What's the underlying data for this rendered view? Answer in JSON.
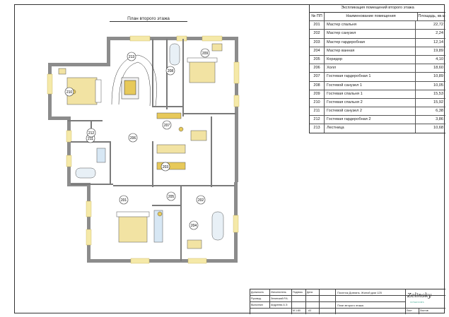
{
  "plan": {
    "title": "План второго этажа",
    "rooms": [
      {
        "num": "201"
      },
      {
        "num": "202"
      },
      {
        "num": "203"
      },
      {
        "num": "204"
      },
      {
        "num": "205"
      },
      {
        "num": "206"
      },
      {
        "num": "207"
      },
      {
        "num": "208"
      },
      {
        "num": "209"
      },
      {
        "num": "210"
      },
      {
        "num": "211"
      },
      {
        "num": "212"
      },
      {
        "num": "213"
      }
    ]
  },
  "explication": {
    "title": "Экспликация помещений второго этажа",
    "headers": {
      "num": "№ ПП",
      "name": "Наименование помещения",
      "area": "Площадь, кв.м"
    },
    "rows": [
      {
        "num": "201",
        "name": "Мастер спальня",
        "area": "22,72"
      },
      {
        "num": "202",
        "name": "Мастер санузел",
        "area": "2,24"
      },
      {
        "num": "203",
        "name": "Мастер гардеробная",
        "area": "12,14"
      },
      {
        "num": "204",
        "name": "Мастер ванная",
        "area": "19,89"
      },
      {
        "num": "205",
        "name": "Коридор",
        "area": "4,10"
      },
      {
        "num": "206",
        "name": "Холл",
        "area": "18,60"
      },
      {
        "num": "207",
        "name": "Гостевая гардеробная 1",
        "area": "10,89"
      },
      {
        "num": "208",
        "name": "Гостевой санузел 1",
        "area": "10,05"
      },
      {
        "num": "209",
        "name": "Гостевая спальня 1",
        "area": "15,53"
      },
      {
        "num": "210",
        "name": "Гостевая спальня 2",
        "area": "15,92"
      },
      {
        "num": "211",
        "name": "Гостевой санузел 2",
        "area": "6,38"
      },
      {
        "num": "212",
        "name": "Гостевая гардеробная 2",
        "area": "3,86"
      },
      {
        "num": "213",
        "name": "Лестница",
        "area": "10,68"
      }
    ]
  },
  "stamp": {
    "col_role": "Должность",
    "col_person": "Исполнитель",
    "col_sign": "Подпись",
    "col_date": "Дата",
    "role_1": "Руковод.",
    "person_1": "Зелинский Р.А.",
    "role_2": "Выполнил",
    "person_2": "Андреева А.Э.",
    "scale": "М 1:80",
    "sheet_code": "А3",
    "project": "Поселок Довгань. Жилой дом 125",
    "sheet_title": "План второго этажа",
    "brand": "Zelinsky",
    "brand_sub": "INTERIORS",
    "sheet_label": "Лист",
    "sheets_label": "Листов"
  }
}
